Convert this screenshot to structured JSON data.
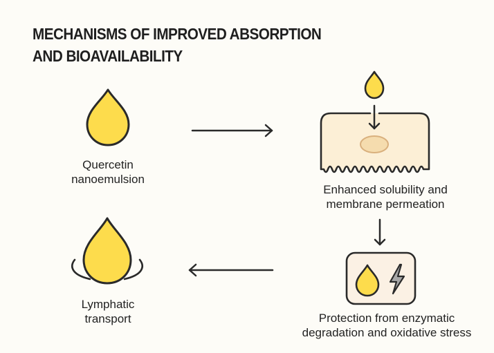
{
  "title": {
    "line1": "MECHANISMS OF IMPROVED ABSORPTION",
    "line2": "AND BIOAVAILABILITY"
  },
  "steps": [
    {
      "id": "quercetin",
      "icon": "droplet-icon",
      "label_lines": [
        "Quercetin",
        "nanoemulsion"
      ]
    },
    {
      "id": "solubility",
      "icon": "cell-membrane-icon",
      "label_lines": [
        "Enhanced solubility and",
        "membrane permeation"
      ]
    },
    {
      "id": "protection",
      "icon": "droplet-lightning-icon",
      "label_lines": [
        "Protection from enzymatic",
        "degradation and oxidative stress"
      ]
    },
    {
      "id": "lymphatic",
      "icon": "droplet-ring-icon",
      "label_lines": [
        "Lymphatic",
        "transport"
      ]
    }
  ],
  "flow": [
    {
      "from": "quercetin",
      "to": "solubility",
      "direction": "right"
    },
    {
      "from": "solubility",
      "to": "protection",
      "direction": "down"
    },
    {
      "from": "protection",
      "to": "lymphatic",
      "direction": "left"
    }
  ],
  "colors": {
    "background": "#fdfcf7",
    "droplet_fill": "#fddc4c",
    "outline": "#2a2a2a",
    "cell_fill": "#fcefd6",
    "nucleus_fill": "#f5dcae",
    "nucleus_stroke": "#d9b07d",
    "shield_box_fill": "#fbf1e4",
    "lightning_fill": "#a7a7a7",
    "text": "#222222"
  }
}
